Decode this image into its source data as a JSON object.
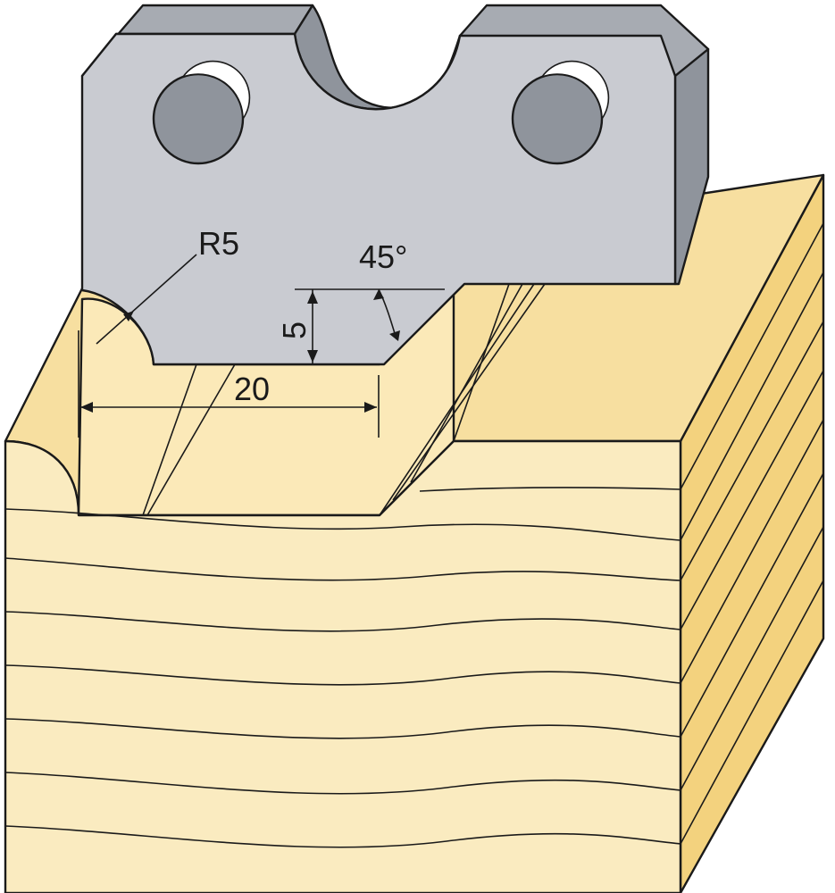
{
  "labels": {
    "radius": "R5",
    "angle": "45°",
    "depth": "5",
    "width": "20"
  },
  "colors": {
    "blade_face": "#c9cbd1",
    "blade_side": "#8f949c",
    "blade_top": "#a7abb2",
    "wood_front": "#faebc0",
    "wood_top": "#f7dfa0",
    "wood_side": "#f3d27e",
    "outline": "#1a1a1a"
  }
}
